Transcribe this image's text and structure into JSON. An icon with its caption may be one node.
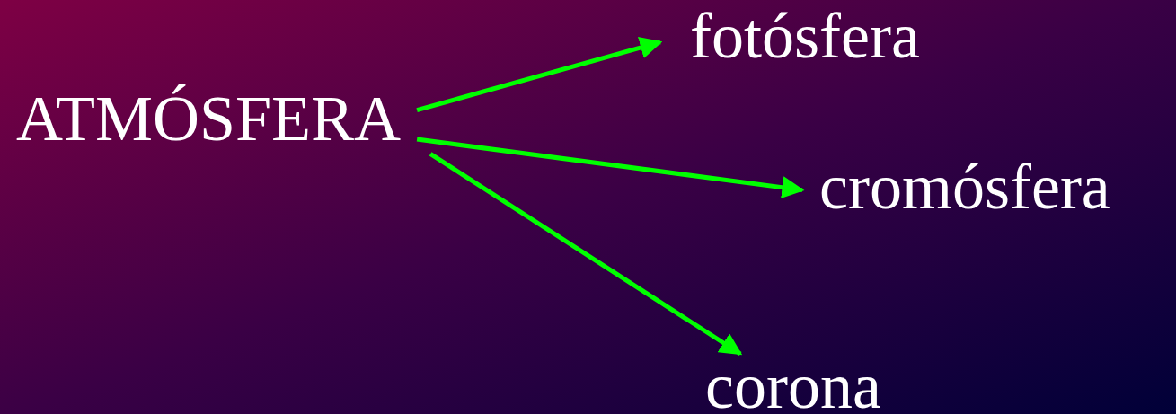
{
  "diagram": {
    "nodes": [
      {
        "text": [
          "ATMÓSFERA"
        ]
      },
      {
        "text": [
          "fotósfera"
        ]
      },
      {
        "text": [
          "cromósfera"
        ]
      },
      {
        "text": [
          "corona"
        ]
      }
    ],
    "edges": [
      {
        "from": 0,
        "to": 1,
        "arrow": "to"
      },
      {
        "from": 0,
        "to": 2,
        "arrow": "to"
      },
      {
        "from": 0,
        "to": 3,
        "arrow": "to"
      }
    ]
  }
}
